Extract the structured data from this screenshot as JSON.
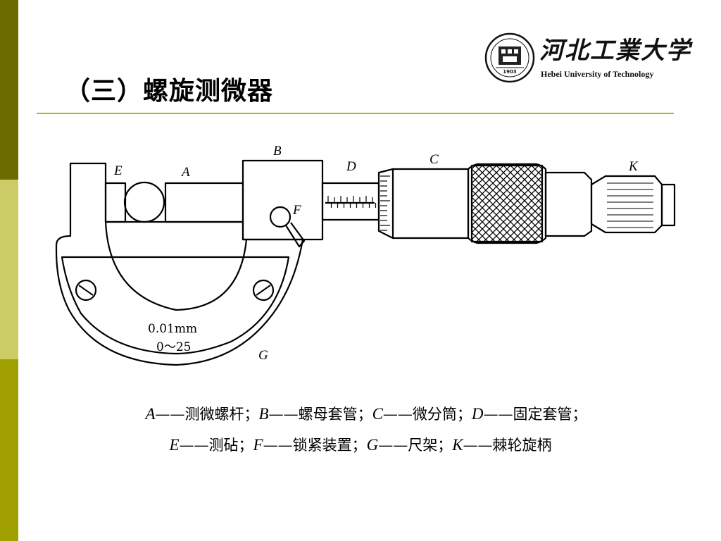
{
  "slide": {
    "title": "（三）螺旋测微器",
    "accent_colors": {
      "sidebar_dark": "#6b6b00",
      "sidebar_light": "#cccc66",
      "sidebar_mid": "#a0a000",
      "rule": "#b8b800"
    }
  },
  "logo": {
    "seal_text": "1903",
    "name_cn": "河北工業大学",
    "name_en": "Hebei University of Technology"
  },
  "diagram": {
    "labels": {
      "A": "A",
      "B": "B",
      "C": "C",
      "D": "D",
      "E": "E",
      "F": "F",
      "G": "G",
      "K": "K"
    },
    "frame_text_1": "0.01mm",
    "frame_text_2": "0～25"
  },
  "captions": {
    "line1": [
      {
        "letter": "A",
        "text": "——测微螺杆；"
      },
      {
        "letter": "B",
        "text": "——螺母套管；"
      },
      {
        "letter": "C",
        "text": "——微分筒；"
      },
      {
        "letter": "D",
        "text": "——固定套管；"
      }
    ],
    "line2": [
      {
        "letter": "E",
        "text": "——测砧；"
      },
      {
        "letter": "F",
        "text": "——锁紧装置；"
      },
      {
        "letter": "G",
        "text": "——尺架；"
      },
      {
        "letter": "K",
        "text": "——棘轮旋柄"
      }
    ]
  }
}
